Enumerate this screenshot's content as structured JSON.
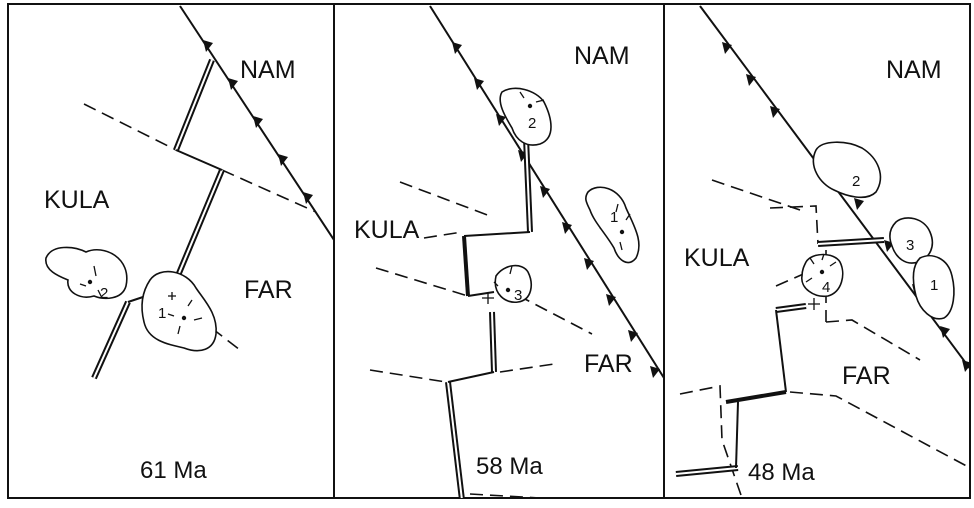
{
  "panels": [
    {
      "age": "61 Ma",
      "plates": {
        "nam": "NAM",
        "kula": "KULA",
        "far": "FAR"
      },
      "hotspots": [
        "2",
        "1"
      ]
    },
    {
      "age": "58 Ma",
      "plates": {
        "nam": "NAM",
        "kula": "KULA",
        "far": "FAR"
      },
      "hotspots": [
        "2",
        "1",
        "3"
      ]
    },
    {
      "age": "48 Ma",
      "plates": {
        "nam": "NAM",
        "kula": "KULA",
        "far": "FAR"
      },
      "hotspots": [
        "2",
        "3",
        "1",
        "4"
      ]
    }
  ]
}
